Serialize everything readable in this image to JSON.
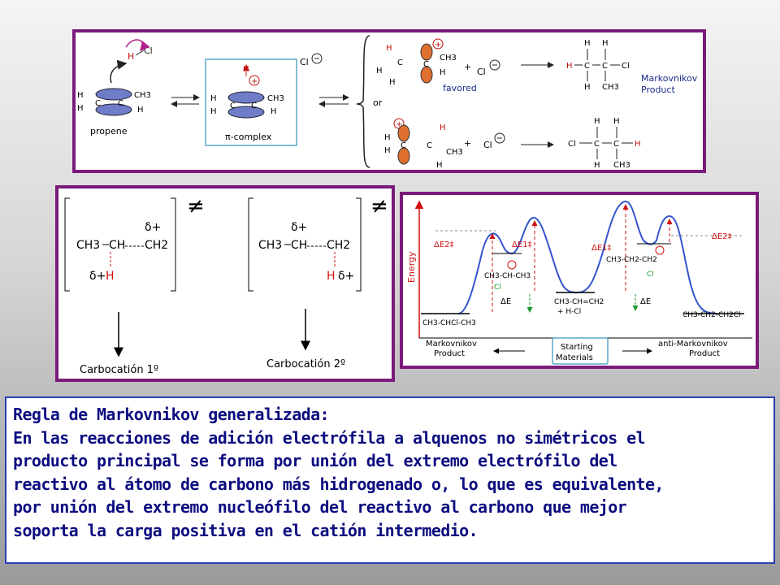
{
  "mechanism": {
    "propene": "propene",
    "pi_complex": "π-complex",
    "or": "or",
    "favored": "favored",
    "markovnikov_product_1": "Markovnikov",
    "markovnikov_product_2": "Product",
    "h": "H",
    "cl": "Cl",
    "c": "C",
    "ch3": "CH3",
    "plus": "+"
  },
  "carbocation": {
    "label_1": "Carbocatión 1º",
    "label_2": "Carbocatión 2º",
    "formula_ch3": "CH3",
    "formula_ch": "CH",
    "formula_ch2": "CH2",
    "delta_plus": "δ+",
    "h": "H",
    "not_equal": "≠"
  },
  "energy": {
    "ylabel": "Energy",
    "de2": "ΔE2‡",
    "de1": "ΔE1‡",
    "de": "ΔE",
    "int_left": "CH3-CH-CH3",
    "int_right": "CH3-CH2-CH2",
    "start": "CH3-CH=CH2",
    "start_b": "+ H-Cl",
    "prod_left": "CH3-CHCl-CH3",
    "prod_right": "CH3-CH2-CH2Cl",
    "cl": "Cl",
    "left_label_1": "Markovnikov",
    "left_label_2": "Product",
    "mid_label_1": "Starting",
    "mid_label_2": "Materials",
    "right_label_1": "anti-Markovnikov",
    "right_label_2": "Product"
  },
  "rule": {
    "title": "Regla de Markovnikov generalizada:",
    "line1": "En las reacciones de adición electrófila a alquenos no simétricos el",
    "line2": "producto principal se forma por unión del extremo electrófilo del",
    "line3": "reactivo al átomo de carbono más hidrogenado o, lo que es equivalente,",
    "line4": "por unión del extremo nucleófilo del reactivo al carbono que mejor",
    "line5": "soporta la carga positiva en el catión intermedio."
  },
  "colors": {
    "frame": "#7a1a7a",
    "rule_text": "#0d0d80",
    "curve": "#3355cc",
    "red": "#d01010",
    "green": "#1a9a2a"
  }
}
